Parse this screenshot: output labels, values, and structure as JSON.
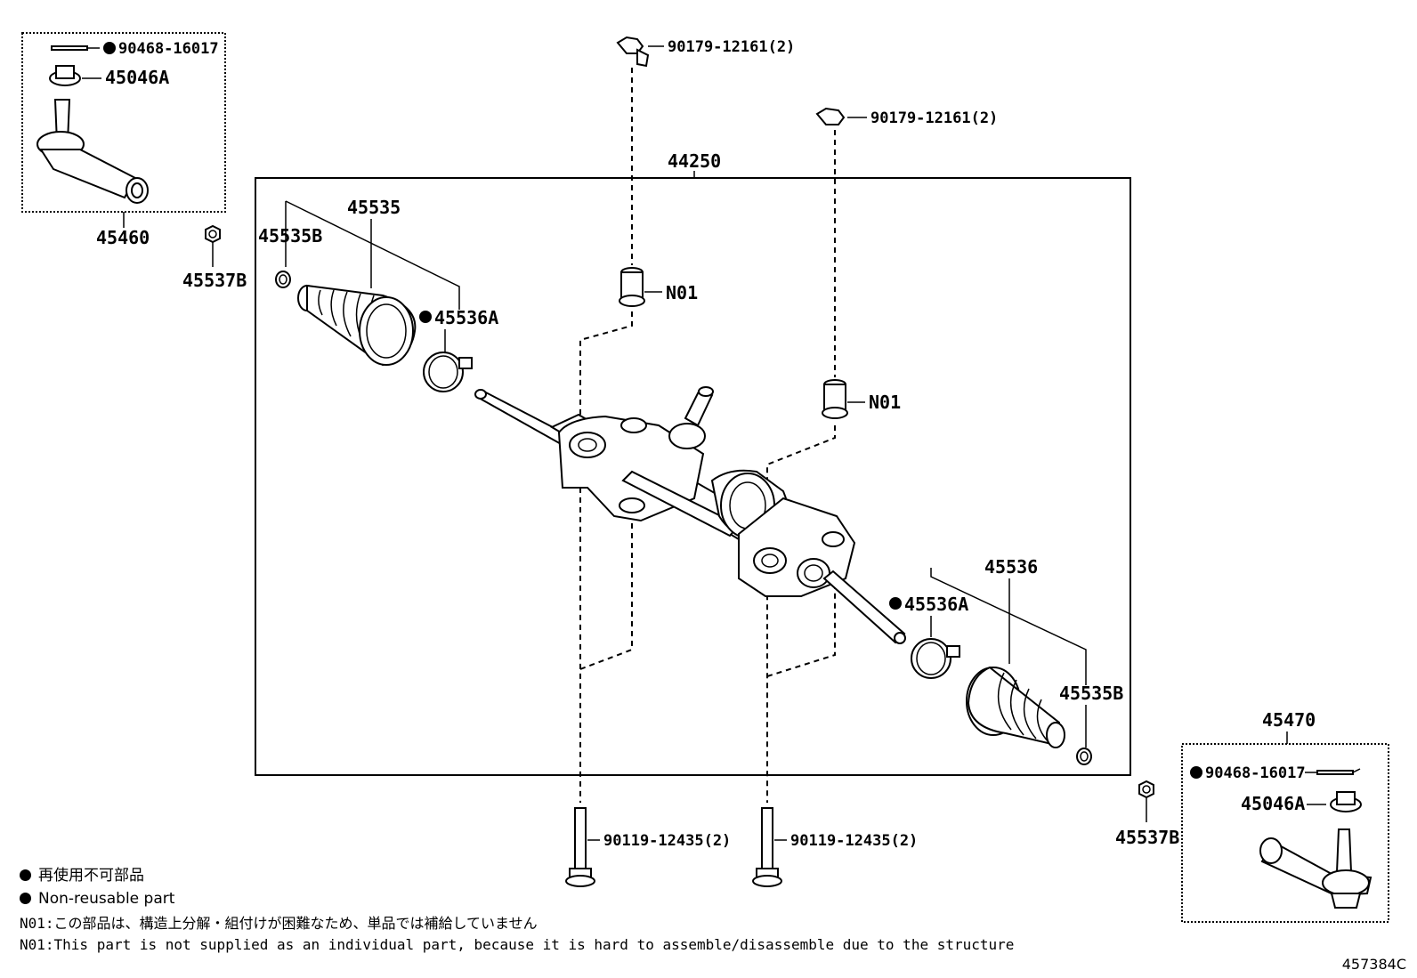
{
  "labels": {
    "assembly": "44250",
    "tie_end_left": "45460",
    "tie_end_right": "45470",
    "clip_left": "90468-16017",
    "clip_right": "90468-16017",
    "nut_left": "45046A",
    "nut_right": "45046A",
    "locknut_left": "45537B",
    "locknut_right": "45537B",
    "boot_left": "45535",
    "boot_right": "45536",
    "clamp_small_left": "45535B",
    "clamp_small_right": "45535B",
    "clamp_large_left": "45536A",
    "clamp_large_right": "45536A",
    "top_nut_left": "90179-12161(2)",
    "top_nut_right": "90179-12161(2)",
    "bushing_left": "N01",
    "bushing_right": "N01",
    "bolt_left": "90119-12435(2)",
    "bolt_right": "90119-12435(2)"
  },
  "notes": {
    "jp_nonreusable": "再使用不可部品",
    "en_nonreusable": "Non-reusable part",
    "jp_n01": "N01:この部品は、構造上分解・組付けが困難なため、単品では補給していません",
    "en_n01": "N01:This part is not supplied as an individual part, because it is hard to assemble/disassemble due to the structure"
  },
  "illustration_id": "457384C"
}
